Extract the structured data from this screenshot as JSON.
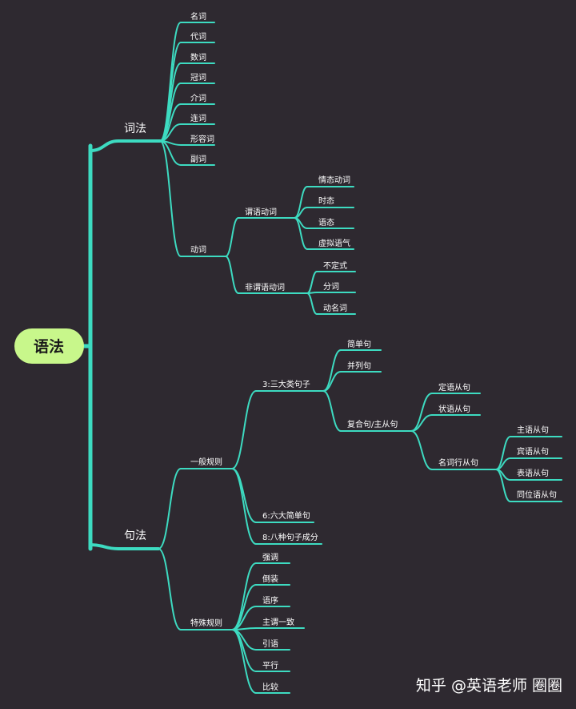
{
  "colors": {
    "background": "#2e2930",
    "line": "#3ddbc1",
    "root_fill": "#c8f78b"
  },
  "root": "语法",
  "branches": {
    "cifa": "词法",
    "mingci": "名词",
    "daici": "代词",
    "shuci": "数词",
    "guanci": "冠词",
    "jieci": "介词",
    "lianci": "连词",
    "xingrongci": "形容词",
    "fuci": "副词",
    "dongci": "动词",
    "weiyu": "谓语动词",
    "qingtai": "情态动词",
    "shitai": "时态",
    "yutai": "语态",
    "xuni": "虚拟语气",
    "feiweiyu": "非谓语动词",
    "budingshi": "不定式",
    "fenci": "分词",
    "dongmingci": "动名词",
    "jufa": "句法",
    "yiban": "一般规则",
    "sandalei": "3:三大类句子",
    "jiandan": "简单句",
    "binglie": "并列句",
    "fuhe": "复合句/主从句",
    "dingyu": "定语从句",
    "zhuangyu": "状语从句",
    "mingcixing": "名词行从句",
    "zhuyu": "主语从句",
    "binyu": "宾语从句",
    "biaoyu": "表语从句",
    "tongwei": "同位语从句",
    "liuda": "6:六大简单句",
    "bazhong": "8:八种句子成分",
    "teshu": "特殊规则",
    "qiangdiao": "强调",
    "daozhuang": "倒装",
    "yuxu": "语序",
    "zhuwei": "主谓一致",
    "yinyu": "引语",
    "pingxing": "平行",
    "bijiao": "比较"
  },
  "watermark": "知乎 @英语老师 圈圈"
}
